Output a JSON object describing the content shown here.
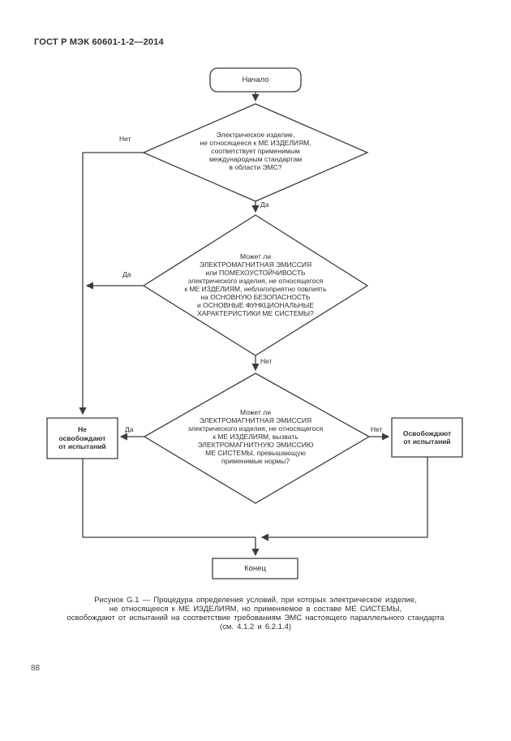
{
  "header": {
    "title": "ГОСТ Р МЭК 60601-1-2—2014"
  },
  "colors": {
    "ink": "#3c3c3c",
    "text": "#2e2e2e",
    "background": "#ffffff"
  },
  "flowchart": {
    "start_label": "Начало",
    "decision1": {
      "text": "Электрическое изделие,\nне относящееся к МЕ ИЗДЕЛИЯМ,\nсоответствует применимым\nмеждународным стандартам\nв области ЭМС?",
      "no_label": "Нет",
      "yes_label": "Да"
    },
    "decision2": {
      "text": "Может ли\nЭЛЕКТРОМАГНИТНАЯ ЭМИССИЯ\nили ПОМЕХОУСТОЙЧИВОСТЬ\nэлектрического изделия, не относящегося\nк МЕ ИЗДЕЛИЯМ, неблагоприятно повлиять\nна ОСНОВНУЮ БЕЗОПАСНОСТЬ\nи ОСНОВНЫЕ ФУНКЦИОНАЛЬНЫЕ\nХАРАКТЕРИСТИКИ МЕ СИСТЕМЫ?",
      "yes_label": "Да",
      "no_label": "Нет"
    },
    "decision3": {
      "text": "Может ли\nЭЛЕКТРОМАГНИТНАЯ ЭМИССИЯ\nэлектрического изделия, не относящегося\nк МЕ ИЗДЕЛИЯМ, вызвать\nЭЛЕКТРОМАГНИТНУЮ ЭМИССИЮ\nМЕ СИСТЕМЫ, превышающую\nприменимые нормы?",
      "yes_label": "Да",
      "no_label": "Нет"
    },
    "box_not_exempt": "Не\nосвобождают\nот испытаний",
    "box_exempt": "Освобождают\nот испытаний",
    "end_label": "Конец"
  },
  "caption": {
    "text": "Рисунок G.1 — Процедура определения условий, при которых электрическое изделие,\nне относящееся к МЕ ИЗДЕЛИЯМ, но применяемое в составе МЕ СИСТЕМЫ,\nосвобождают от испытаний на соответствие требованиям ЭМС настоящего параллельного стандарта\n(см. 4.1.2 и 6.2.1.4)"
  },
  "page_number": "88"
}
